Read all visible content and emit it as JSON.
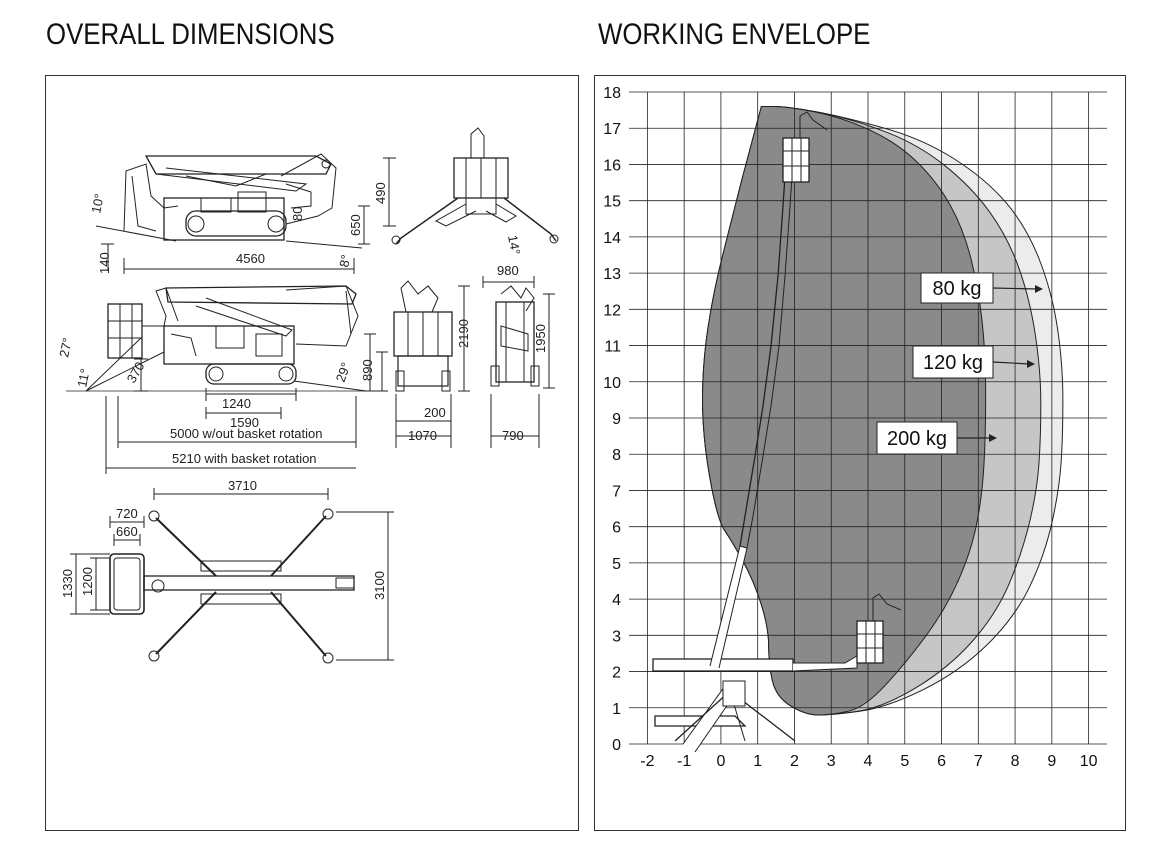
{
  "titles": {
    "left": "OVERALL DIMENSIONS",
    "right": "WORKING ENVELOPE"
  },
  "dimensions": {
    "d_4560": "4560",
    "d_140": "140",
    "d_10deg": "10°",
    "d_8deg": "8°",
    "d_650": "650",
    "d_80": "80",
    "d_490": "490",
    "d_14deg": "14°",
    "d_980": "980",
    "d_27deg": "27°",
    "d_11deg": "11°",
    "d_370": "370",
    "d_29deg": "29°",
    "d_890": "890",
    "d_1240": "1240",
    "d_1590": "1590",
    "d_5000": "5000 w/out basket rotation",
    "d_5210": "5210 with basket rotation",
    "d_2190": "2190",
    "d_200": "200",
    "d_1070": "1070",
    "d_1950": "1950",
    "d_790": "790",
    "d_3710": "3710",
    "d_720": "720",
    "d_660": "660",
    "d_1330": "1330",
    "d_1200": "1200",
    "d_3100": "3100"
  },
  "chart_data": {
    "type": "area",
    "title": "WORKING ENVELOPE",
    "x_ticks": [
      "-2",
      "-1",
      "0",
      "1",
      "2",
      "3",
      "4",
      "5",
      "6",
      "7",
      "8",
      "9",
      "10"
    ],
    "y_ticks": [
      "0",
      "1",
      "2",
      "3",
      "4",
      "5",
      "6",
      "7",
      "8",
      "9",
      "10",
      "11",
      "12",
      "13",
      "14",
      "15",
      "16",
      "17",
      "18"
    ],
    "xlim": [
      -2.5,
      10.5
    ],
    "ylim": [
      0,
      18
    ],
    "grid": true,
    "series": [
      {
        "name": "80 kg",
        "color": "#ececec",
        "points": [
          [
            1.1,
            17.6
          ],
          [
            1.8,
            17.6
          ],
          [
            3.4,
            17.3
          ],
          [
            5.5,
            16.7
          ],
          [
            7.2,
            15.6
          ],
          [
            8.3,
            14.3
          ],
          [
            9.0,
            12.5
          ],
          [
            9.3,
            10.5
          ],
          [
            9.3,
            8.5
          ],
          [
            9.2,
            7.0
          ],
          [
            8.8,
            5.2
          ],
          [
            8.0,
            3.5
          ],
          [
            6.5,
            2.0
          ],
          [
            4.5,
            1.0
          ],
          [
            3.0,
            0.8
          ]
        ]
      },
      {
        "name": "120 kg",
        "color": "#c6c6c6",
        "points": [
          [
            1.1,
            17.6
          ],
          [
            1.8,
            17.6
          ],
          [
            3.4,
            17.3
          ],
          [
            5.3,
            16.6
          ],
          [
            6.8,
            15.4
          ],
          [
            7.8,
            14.0
          ],
          [
            8.4,
            12.3
          ],
          [
            8.7,
            10.3
          ],
          [
            8.7,
            8.5
          ],
          [
            8.6,
            7.0
          ],
          [
            8.2,
            5.3
          ],
          [
            7.5,
            3.6
          ],
          [
            6.2,
            2.1
          ],
          [
            4.4,
            1.0
          ],
          [
            3.0,
            0.8
          ]
        ]
      },
      {
        "name": "200 kg",
        "color": "#8a8a8a",
        "points": [
          [
            1.1,
            17.6
          ],
          [
            1.8,
            17.6
          ],
          [
            3.3,
            17.3
          ],
          [
            4.8,
            16.6
          ],
          [
            5.9,
            15.5
          ],
          [
            6.6,
            14.2
          ],
          [
            7.0,
            12.6
          ],
          [
            7.2,
            10.8
          ],
          [
            7.2,
            8.5
          ],
          [
            7.1,
            6.8
          ],
          [
            6.8,
            5.3
          ],
          [
            6.1,
            3.7
          ],
          [
            5.0,
            2.2
          ],
          [
            3.9,
            1.0
          ],
          [
            3.0,
            0.8
          ]
        ]
      }
    ],
    "labels": [
      {
        "text": "80 kg",
        "series": "80 kg"
      },
      {
        "text": "120 kg",
        "series": "120 kg"
      },
      {
        "text": "200 kg",
        "series": "200 kg"
      }
    ]
  }
}
